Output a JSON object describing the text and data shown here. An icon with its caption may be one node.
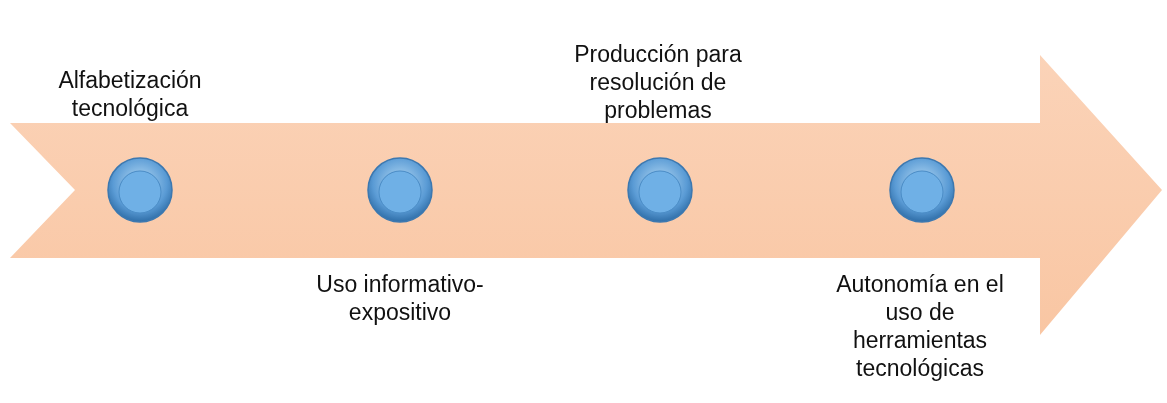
{
  "diagram": {
    "nodes": [
      {
        "text": [],
        "shape": "arrow"
      },
      {
        "text": [],
        "shape": "circle",
        "in": 0,
        "beside": [
          "Alfabetización tecnológica"
        ]
      },
      {
        "text": [],
        "shape": "circle",
        "in": 0,
        "beside": [
          "Uso informativo-expositivo"
        ]
      },
      {
        "text": [],
        "shape": "circle",
        "in": 0,
        "beside": [
          "Producción para resolución de problemas"
        ]
      },
      {
        "text": [],
        "shape": "circle",
        "in": 0,
        "beside": [
          "Autonomía en el uso de herramientas tecnológicas"
        ]
      }
    ],
    "edges": []
  }
}
